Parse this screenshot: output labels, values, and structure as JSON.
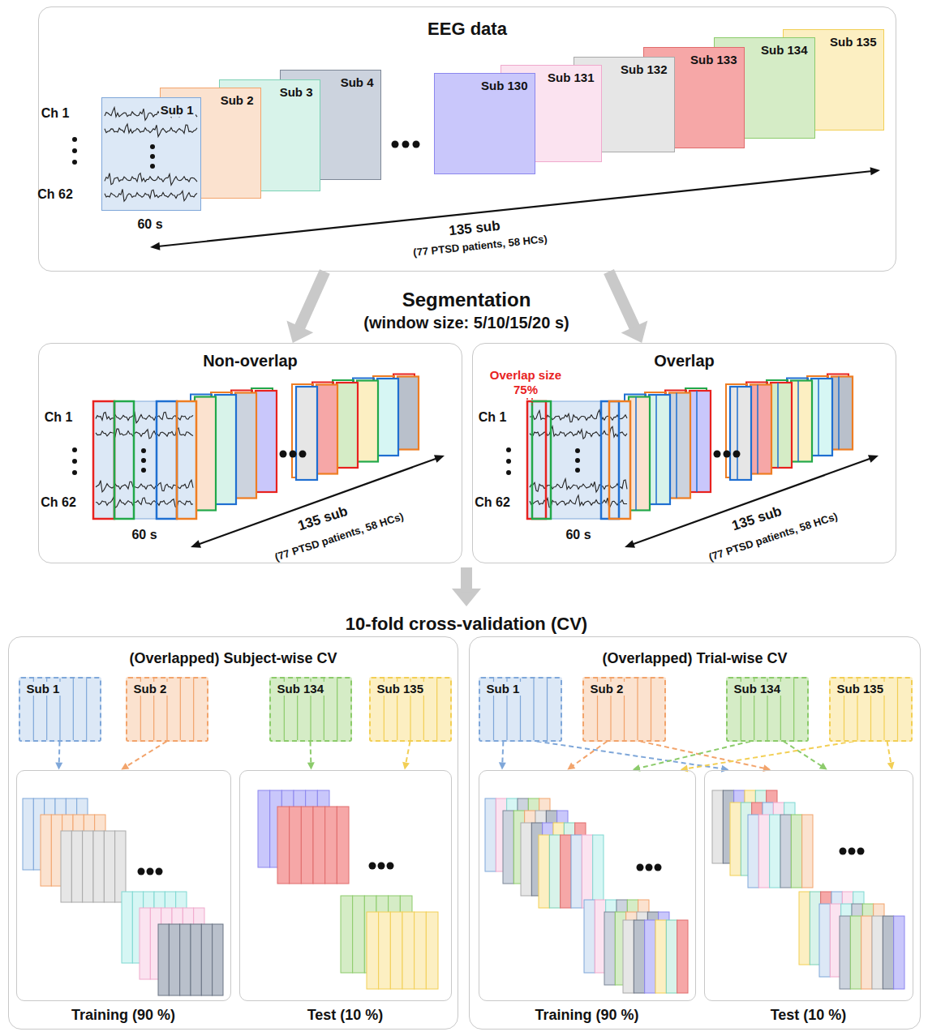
{
  "diagram": {
    "nodes": [
      {
        "text": [
          "EEG data"
        ]
      },
      {
        "text": [
          "Sub 1"
        ],
        "in": 0
      },
      {
        "text": [
          "Sub 2"
        ],
        "in": 0
      },
      {
        "text": [
          "Sub 3"
        ],
        "in": 0
      },
      {
        "text": [
          "Sub 4"
        ],
        "in": 0
      },
      {
        "text": [
          "Sub 130"
        ],
        "in": 0
      },
      {
        "text": [
          "Sub 131"
        ],
        "in": 0
      },
      {
        "text": [
          "Sub 132"
        ],
        "in": 0
      },
      {
        "text": [
          "Sub 133"
        ],
        "in": 0
      },
      {
        "text": [
          "Sub 134"
        ],
        "in": 0
      },
      {
        "text": [
          "Sub 135"
        ],
        "in": 0
      },
      {
        "text": [
          "Non-overlap"
        ]
      },
      {
        "text": [
          "Overlap"
        ]
      },
      {
        "text": [
          "(Overlapped) Subject-wise CV"
        ]
      },
      {
        "text": [
          "Sub 1"
        ],
        "in": 13
      },
      {
        "text": [
          "Sub 2"
        ],
        "in": 13
      },
      {
        "text": [
          "Sub 134"
        ],
        "in": 13
      },
      {
        "text": [
          "Sub 135"
        ],
        "in": 13
      },
      {
        "text": [
          "Training (90 %)"
        ],
        "in": 13
      },
      {
        "text": [
          "Test (10 %)"
        ],
        "in": 13
      },
      {
        "text": [
          "(Overlapped) Trial-wise CV"
        ]
      },
      {
        "text": [
          "Sub 1"
        ],
        "in": 20
      },
      {
        "text": [
          "Sub 2"
        ],
        "in": 20
      },
      {
        "text": [
          "Sub 134"
        ],
        "in": 20
      },
      {
        "text": [
          "Sub 135"
        ],
        "in": 20
      },
      {
        "text": [
          "Training (90 %)"
        ],
        "in": 20
      },
      {
        "text": [
          "Test (10 %)"
        ],
        "in": 20
      }
    ],
    "edges": [
      {
        "from": 0,
        "to": 11,
        "arrow": "to"
      },
      {
        "from": 0,
        "to": 12,
        "arrow": "to"
      },
      {
        "from": 14,
        "to": 18,
        "arrow": "to"
      },
      {
        "from": 15,
        "to": 18,
        "arrow": "to"
      },
      {
        "from": 16,
        "to": 19,
        "arrow": "to"
      },
      {
        "from": 17,
        "to": 19,
        "arrow": "to"
      },
      {
        "from": 21,
        "to": 25,
        "arrow": "to"
      },
      {
        "from": 21,
        "to": 26,
        "arrow": "to"
      },
      {
        "from": 22,
        "to": 25,
        "arrow": "to"
      },
      {
        "from": 22,
        "to": 26,
        "arrow": "to"
      },
      {
        "from": 23,
        "to": 25,
        "arrow": "to"
      },
      {
        "from": 23,
        "to": 26,
        "arrow": "to"
      },
      {
        "from": 24,
        "to": 25,
        "arrow": "to"
      },
      {
        "from": 24,
        "to": 26,
        "arrow": "to"
      }
    ],
    "labels": [
      "Ch 1",
      "Ch 62",
      "60 s",
      "135 sub",
      "(77 PTSD patients, 58 HCs)",
      "Segmentation",
      "(window size: 5/10/15/20 s)",
      "Ch 1",
      "Ch 62",
      "60 s",
      "135 sub",
      "(77 PTSD patients, 58 HCs)",
      "Overlap size",
      "75%",
      "Ch 1",
      "Ch 62",
      "60 s",
      "135 sub",
      "(77 PTSD patients, 58 HCs)",
      "10-fold cross-validation (CV)"
    ]
  }
}
